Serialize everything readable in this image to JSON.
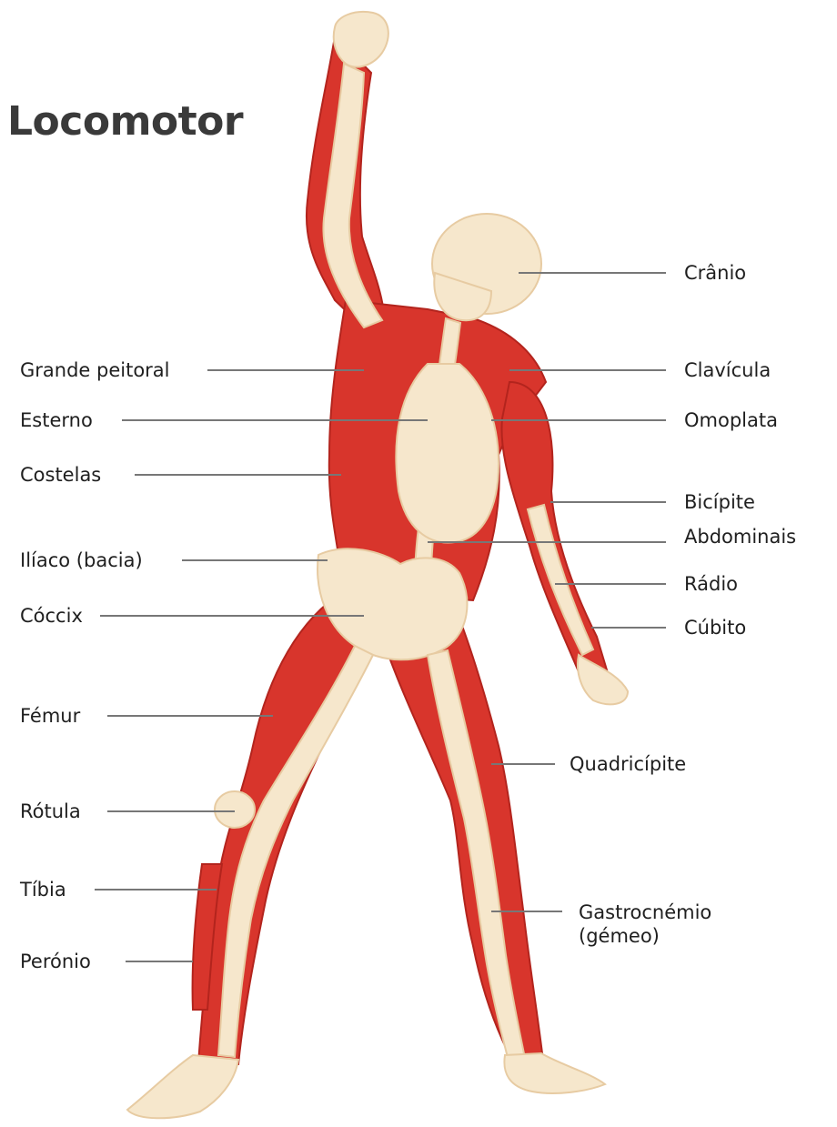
{
  "title": "Locomotor",
  "colors": {
    "muscle": "#d8352c",
    "muscle_dark": "#b3241d",
    "bone": "#f6e7cc",
    "bone_shadow": "#e7cba2",
    "leader_line": "#777777",
    "text": "#1f1f1f"
  },
  "labels": {
    "left": {
      "grande_peitoral": "Grande peitoral",
      "esterno": "Esterno",
      "costelas": "Costelas",
      "iliaco": "Ilíaco (bacia)",
      "coccix": "Cóccix",
      "femur": "Fémur",
      "rotula": "Rótula",
      "tibia": "Tíbia",
      "peronio": "Perónio"
    },
    "right": {
      "cranio": "Crânio",
      "clavicula": "Clavícula",
      "omoplata": "Omoplata",
      "bicipite": "Bicípite",
      "abdominais": "Abdominais",
      "radio": "Rádio",
      "cubito": "Cúbito",
      "quadricipite": "Quadricípite",
      "gastrocnemio": "Gastrocnémio\n(gémeo)"
    }
  }
}
